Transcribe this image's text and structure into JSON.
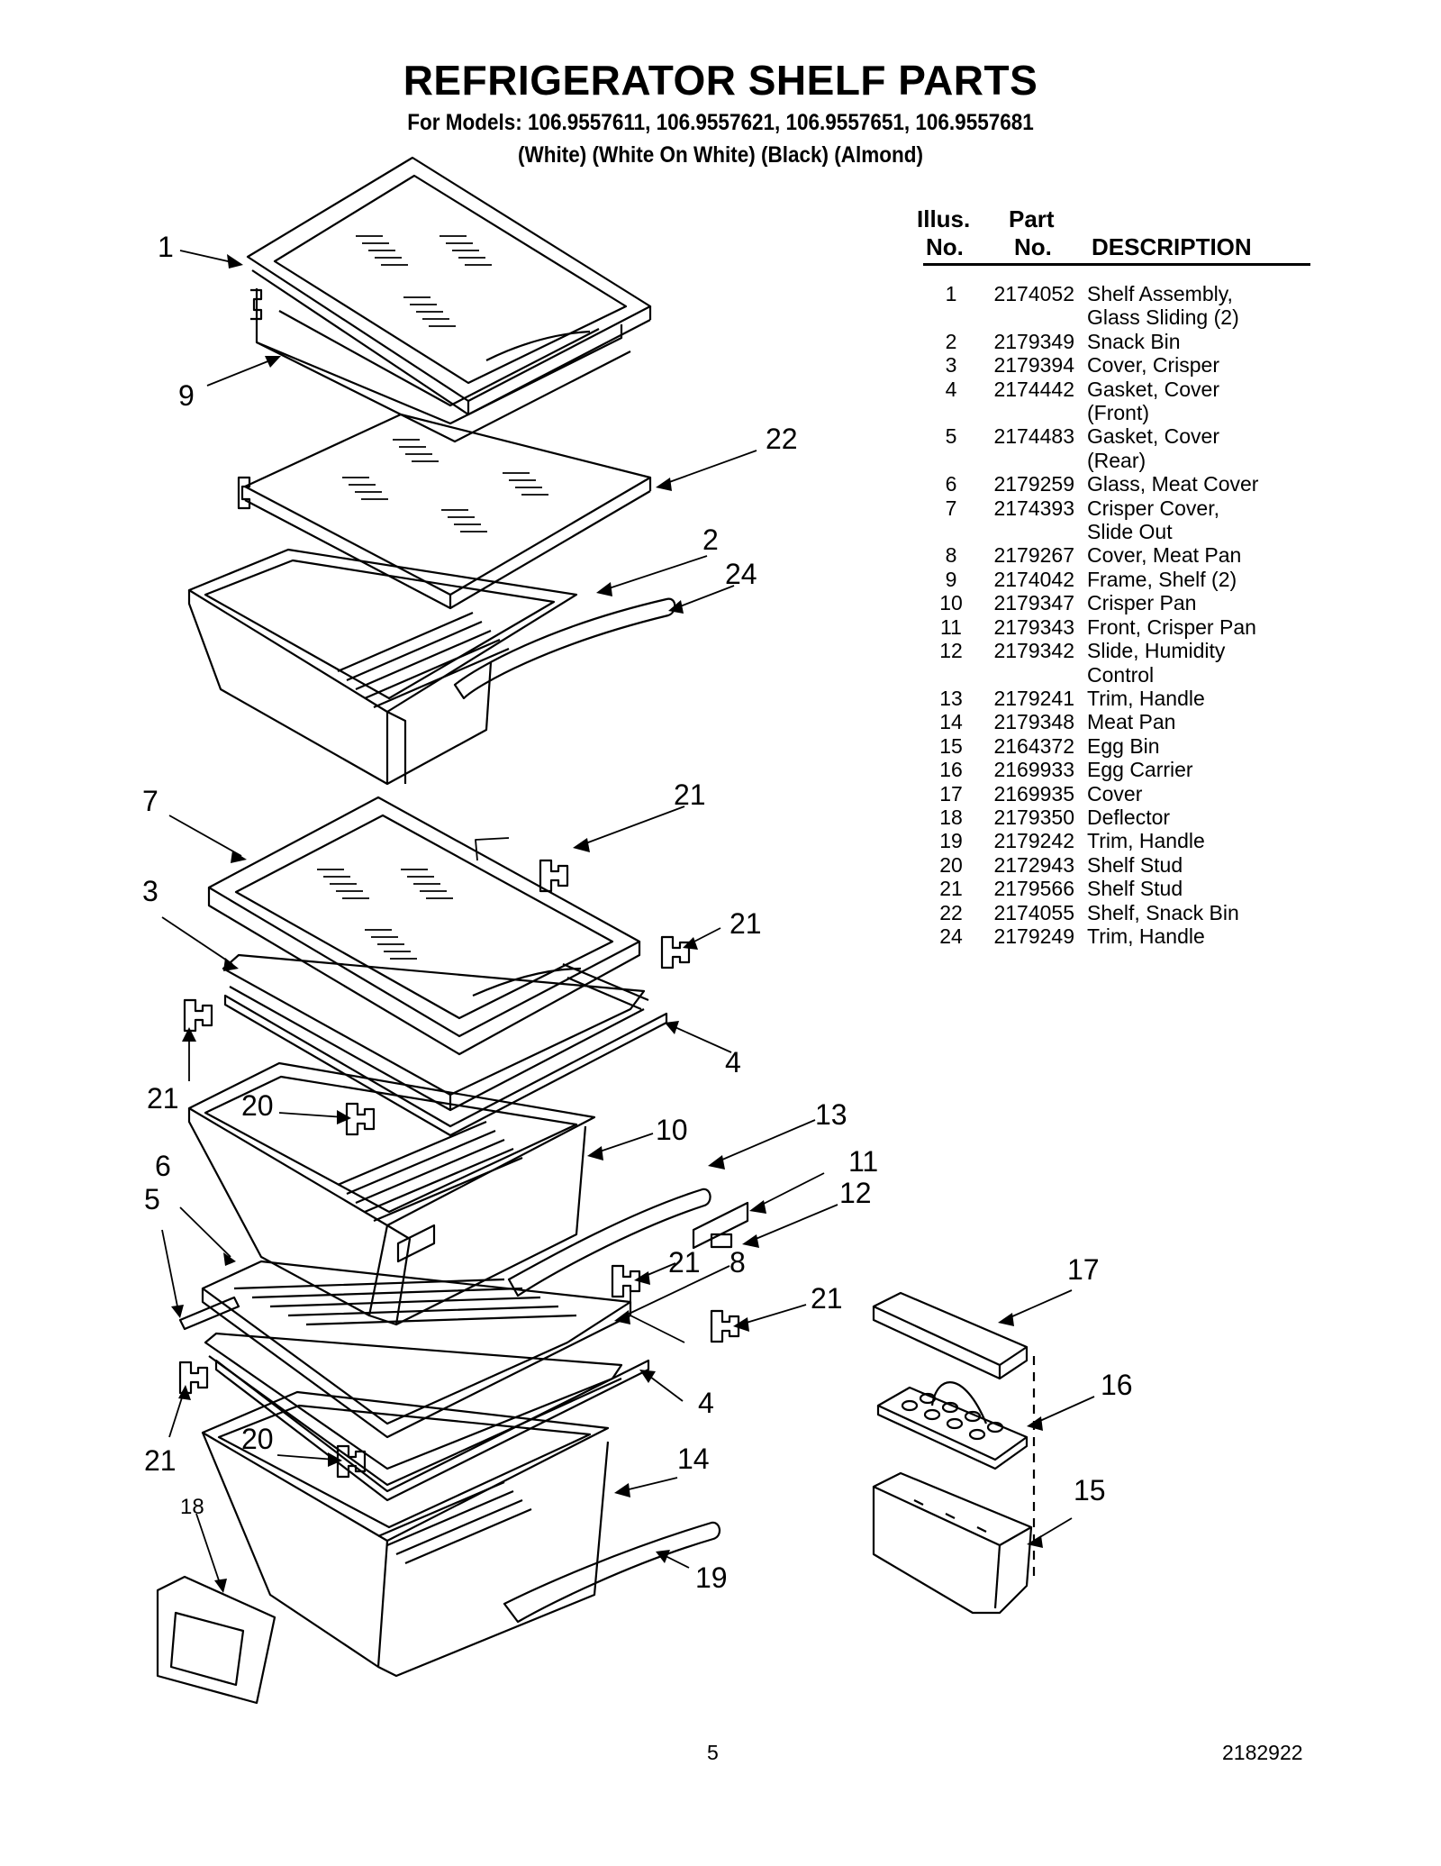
{
  "header": {
    "title": "REFRIGERATOR SHELF PARTS",
    "models_line": "For Models: 106.9557611, 106.9557621, 106.9557651, 106.9557681",
    "colors_line": "(White) (White On White) (Black)  (Almond)"
  },
  "table": {
    "headers": {
      "illus_top": "Illus.",
      "illus_bottom": "No.",
      "part_top": "Part",
      "part_bottom": "No.",
      "description": "DESCRIPTION"
    },
    "rows": [
      {
        "illus": "1",
        "part": "2174052",
        "desc": "Shelf Assembly,\nGlass Sliding (2)"
      },
      {
        "illus": "2",
        "part": "2179349",
        "desc": "Snack Bin"
      },
      {
        "illus": "3",
        "part": "2179394",
        "desc": "Cover, Crisper"
      },
      {
        "illus": "4",
        "part": "2174442",
        "desc": "Gasket, Cover\n(Front)"
      },
      {
        "illus": "5",
        "part": "2174483",
        "desc": "Gasket, Cover\n(Rear)"
      },
      {
        "illus": "6",
        "part": "2179259",
        "desc": "Glass, Meat Cover"
      },
      {
        "illus": "7",
        "part": "2174393",
        "desc": "Crisper Cover,\nSlide Out"
      },
      {
        "illus": "8",
        "part": "2179267",
        "desc": "Cover, Meat Pan"
      },
      {
        "illus": "9",
        "part": "2174042",
        "desc": "Frame, Shelf (2)"
      },
      {
        "illus": "10",
        "part": "2179347",
        "desc": "Crisper Pan"
      },
      {
        "illus": "11",
        "part": "2179343",
        "desc": "Front, Crisper Pan"
      },
      {
        "illus": "12",
        "part": "2179342",
        "desc": "Slide, Humidity\nControl"
      },
      {
        "illus": "13",
        "part": "2179241",
        "desc": "Trim, Handle"
      },
      {
        "illus": "14",
        "part": "2179348",
        "desc": "Meat Pan"
      },
      {
        "illus": "15",
        "part": "2164372",
        "desc": "Egg Bin"
      },
      {
        "illus": "16",
        "part": "2169933",
        "desc": "Egg Carrier"
      },
      {
        "illus": "17",
        "part": "2169935",
        "desc": "Cover"
      },
      {
        "illus": "18",
        "part": "2179350",
        "desc": "Deflector"
      },
      {
        "illus": "19",
        "part": "2179242",
        "desc": "Trim, Handle"
      },
      {
        "illus": "20",
        "part": "2172943",
        "desc": "Shelf Stud"
      },
      {
        "illus": "21",
        "part": "2179566",
        "desc": "Shelf Stud"
      },
      {
        "illus": "22",
        "part": "2174055",
        "desc": "Shelf, Snack Bin"
      },
      {
        "illus": "24",
        "part": "2179249",
        "desc": "Trim, Handle"
      }
    ]
  },
  "callouts": [
    "1",
    "9",
    "22",
    "2",
    "24",
    "7",
    "21",
    "3",
    "21",
    "4",
    "21",
    "20",
    "10",
    "13",
    "11",
    "12",
    "6",
    "5",
    "21",
    "8",
    "21",
    "4",
    "20",
    "21",
    "18",
    "14",
    "19",
    "17",
    "16",
    "15"
  ],
  "footer": {
    "page_number": "5",
    "doc_number": "2182922"
  }
}
